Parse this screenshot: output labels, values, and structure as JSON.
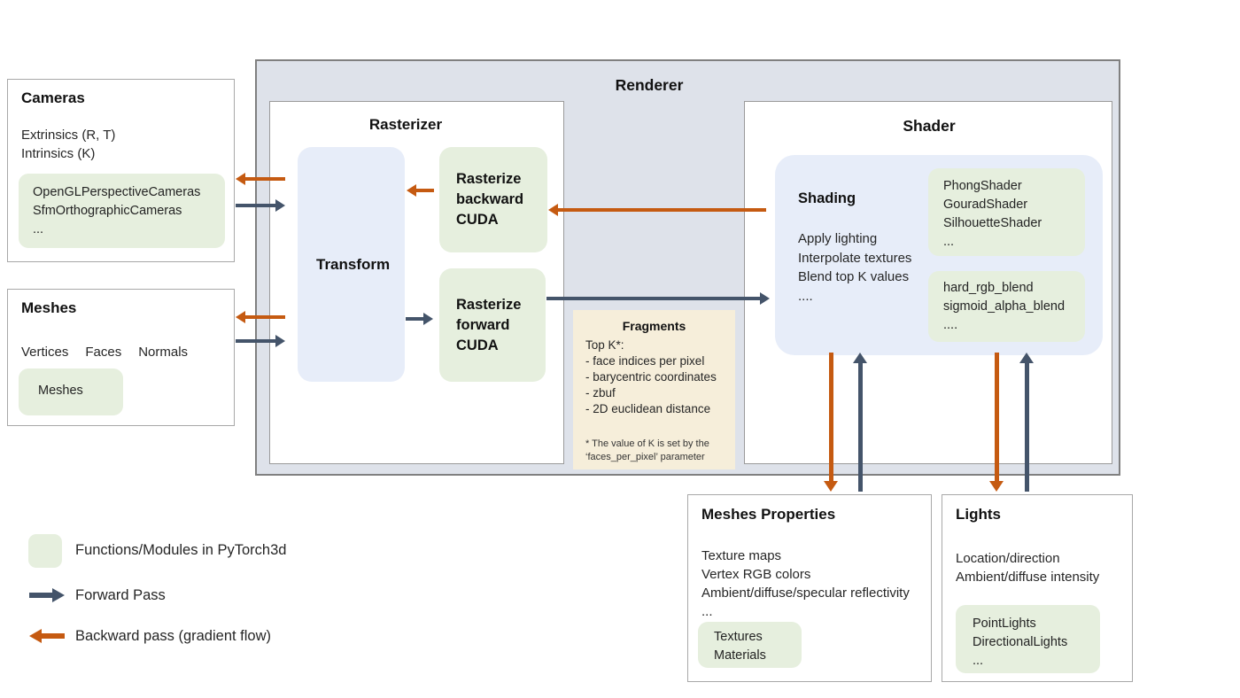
{
  "colors": {
    "green_box": "#e6efde",
    "blue_box": "#e7edf9",
    "renderer_bg": "#dee2ea",
    "fragments_bg": "#f6eeda",
    "forward_arrow": "#44546a",
    "backward_arrow": "#c55a11"
  },
  "renderer": {
    "title": "Renderer"
  },
  "rasterizer": {
    "title": "Rasterizer",
    "transform_label": "Transform",
    "backward_cuda_label": "Rasterize backward CUDA",
    "forward_cuda_label": "Rasterize forward CUDA"
  },
  "fragments": {
    "title": "Fragments",
    "lines": [
      "Top K*:",
      "- face indices per pixel",
      "- barycentric coordinates",
      "- zbuf",
      "- 2D euclidean distance"
    ],
    "footnote": "* The value of K is set by the ‘faces_per_pixel’ parameter"
  },
  "shader": {
    "title": "Shader",
    "shading_title": "Shading",
    "shading_lines": [
      "Apply lighting",
      "Interpolate textures",
      "Blend top K values",
      "...."
    ],
    "shader_modules": [
      "PhongShader",
      "GouradShader",
      "SilhouetteShader",
      "..."
    ],
    "blend_functions": [
      "hard_rgb_blend",
      "sigmoid_alpha_blend",
      "...."
    ]
  },
  "cameras": {
    "title": "Cameras",
    "lines": [
      "Extrinsics (R, T)",
      "Intrinsics (K)"
    ],
    "modules": [
      "OpenGLPerspectiveCameras",
      "SfmOrthographicCameras",
      "..."
    ]
  },
  "meshes": {
    "title": "Meshes",
    "attributes": [
      "Vertices",
      "Faces",
      "Normals"
    ],
    "modules": [
      "Meshes"
    ]
  },
  "meshes_properties": {
    "title": "Meshes Properties",
    "lines": [
      "Texture maps",
      "Vertex RGB colors",
      "Ambient/diffuse/specular reflectivity",
      "..."
    ],
    "modules": [
      "Textures",
      "Materials"
    ]
  },
  "lights": {
    "title": "Lights",
    "lines": [
      "Location/direction",
      "Ambient/diffuse intensity"
    ],
    "modules": [
      "PointLights",
      "DirectionalLights",
      "..."
    ]
  },
  "legend": {
    "modules_label": "Functions/Modules in PyTorch3d",
    "forward_label": "Forward Pass",
    "backward_label": "Backward pass (gradient flow)"
  }
}
